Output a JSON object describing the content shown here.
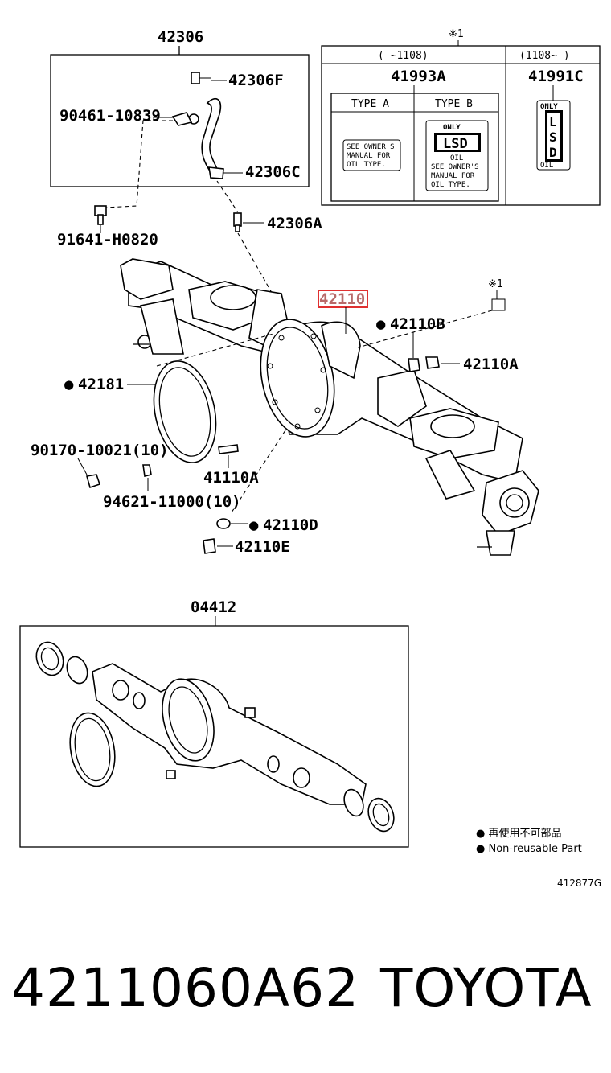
{
  "diagram": {
    "labels": {
      "p42306": "42306",
      "p42306F": "42306F",
      "p90461": "90461-10839",
      "p42306C": "42306C",
      "p91641": "91641-H0820",
      "p42306A": "42306A",
      "p42110": "42110",
      "p42110B": "42110B",
      "p42110A": "42110A",
      "p42181": "42181",
      "p90170": "90170-10021(10)",
      "p41110A": "41110A",
      "p94621": "94621-11000(10)",
      "p42110D": "42110D",
      "p42110E": "42110E",
      "p04412": "04412",
      "bullet": "●"
    },
    "label_box": {
      "note_mark": "※1",
      "col_left_range": "(      ~1108)",
      "col_right_range": "(1108~      )",
      "p41993A": "41993A",
      "p41991C": "41991C",
      "type_a": "TYPE A",
      "type_b": "TYPE B",
      "manual_lines": [
        "SEE OWNER'S",
        "MANUAL FOR",
        "OIL TYPE."
      ],
      "only": "ONLY",
      "lsd": "LSD",
      "oil": "OIL",
      "lsd_vertical": [
        "L",
        "S",
        "D"
      ]
    },
    "callout_mark": "※1",
    "legend": {
      "jp": "● 再使用不可部品",
      "en": "● Non-reusable Part"
    },
    "figure_code": "412877G",
    "highlight_color": "#e03030"
  },
  "footer": {
    "part_number": "4211060A62",
    "brand": "TOYOTA"
  }
}
